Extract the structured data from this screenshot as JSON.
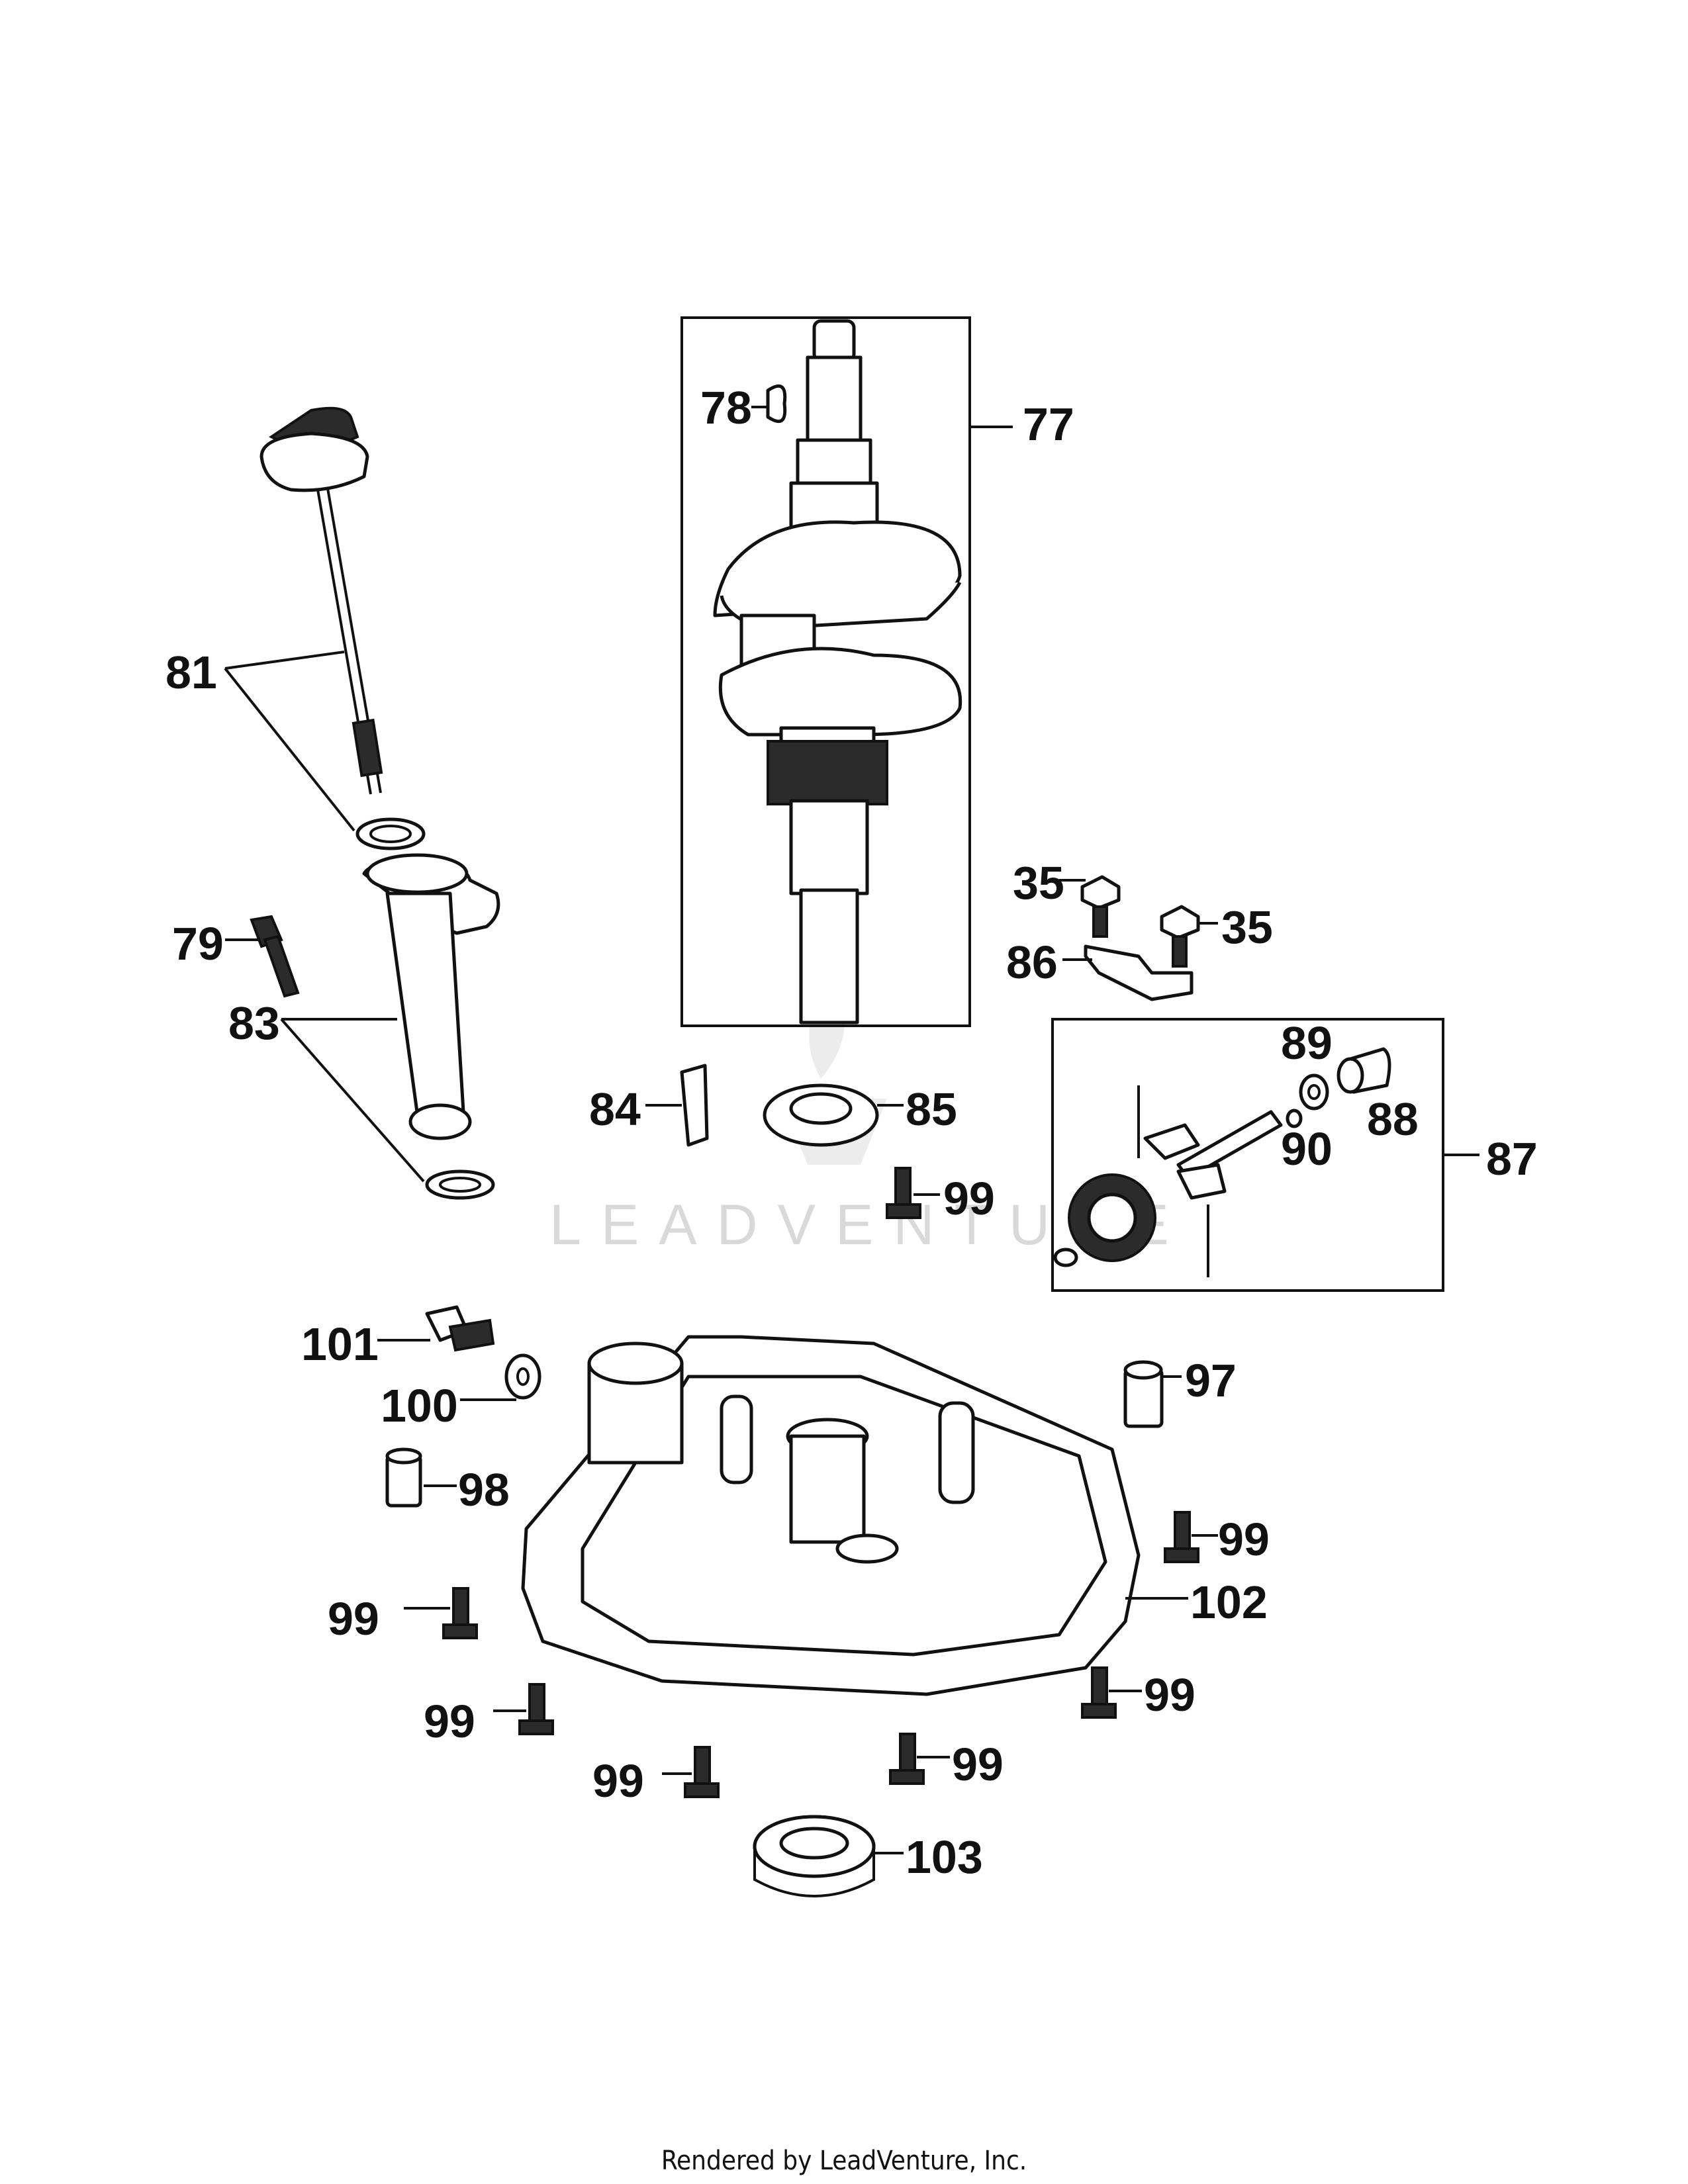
{
  "diagram": {
    "callouts": {
      "c77": "77",
      "c78": "78",
      "c79": "79",
      "c81": "81",
      "c83": "83",
      "c84": "84",
      "c85": "85",
      "c86": "86",
      "c35a": "35",
      "c35b": "35",
      "c87": "87",
      "c88": "88",
      "c89": "89",
      "c90": "90",
      "c97": "97",
      "c98": "98",
      "c99a": "99",
      "c99b": "99",
      "c99c": "99",
      "c99d": "99",
      "c99e": "99",
      "c99f": "99",
      "c99g": "99",
      "c100": "100",
      "c101": "101",
      "c102": "102",
      "c103": "103"
    },
    "watermark": "LEADVENTURE",
    "footer": "Rendered by LeadVenture, Inc."
  }
}
